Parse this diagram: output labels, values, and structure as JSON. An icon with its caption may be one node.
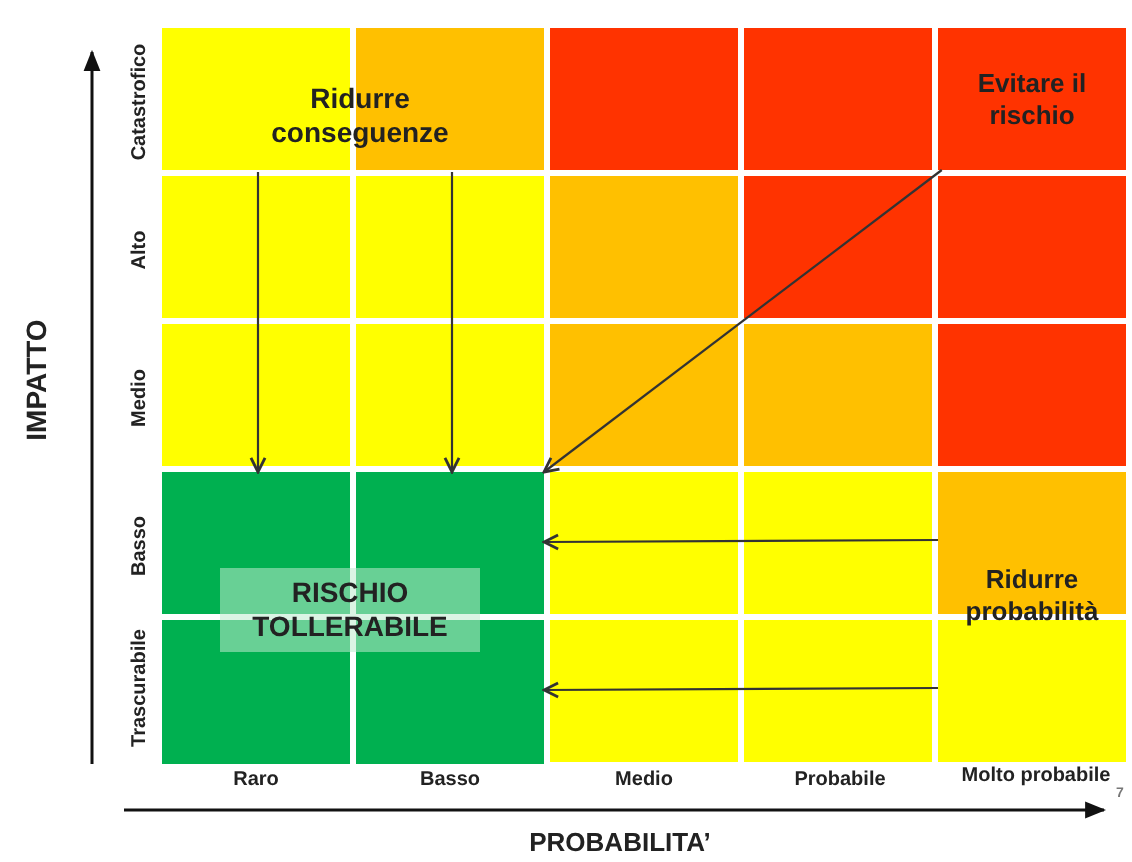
{
  "diagram": {
    "nodes": [
      {
        "text": [
          "Ridurre conseguenze"
        ]
      },
      {
        "text": [
          "Evitare il rischio"
        ]
      },
      {
        "text": [
          "Ridurre probabilità"
        ]
      },
      {
        "text": [],
        "shape": "box"
      },
      {
        "text": [
          "RISCHIO TOLLERABILE"
        ],
        "in": 3
      }
    ],
    "edges": [
      {
        "from": 0,
        "to": 3,
        "arrow": "to"
      },
      {
        "from": 0,
        "to": 3,
        "arrow": "to"
      },
      {
        "from": 1,
        "to": 3,
        "arrow": "to"
      },
      {
        "from": 2,
        "to": 3,
        "arrow": "to"
      },
      {
        "from": 2,
        "to": 3,
        "arrow": "to"
      }
    ],
    "labels": [
      "IMPATTO",
      "Catastrofico",
      "Alto",
      "Medio",
      "Basso",
      "Trascurabile",
      "Raro",
      "Basso",
      "Medio",
      "Probabile",
      "Molto probabile",
      "7",
      "PROBABILITA’"
    ]
  }
}
